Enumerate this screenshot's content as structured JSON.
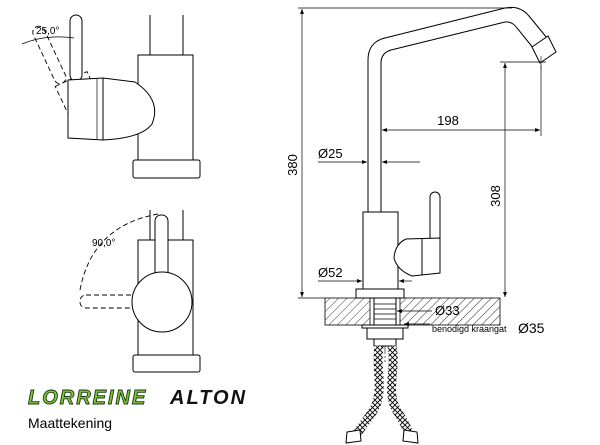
{
  "logo": {
    "brand": "LORREINE",
    "model": "ALTON"
  },
  "subtitle": "Maattekening",
  "side_view": {
    "angle_label": "25,0°"
  },
  "front_view": {
    "angle_label": "90,0°"
  },
  "dimensions": {
    "total_height": "380",
    "spout_reach": "198",
    "spout_height": "308",
    "spout_diameter": "Ø25",
    "body_diameter": "Ø52",
    "shank_diameter": "Ø33",
    "hole_note": "benodigd kraangat",
    "hole_diameter": "Ø35"
  },
  "colors": {
    "line": "#000000",
    "logo_green": "#7cc242",
    "logo_outline": "#1d3a0c",
    "logo_model": "#111111"
  }
}
